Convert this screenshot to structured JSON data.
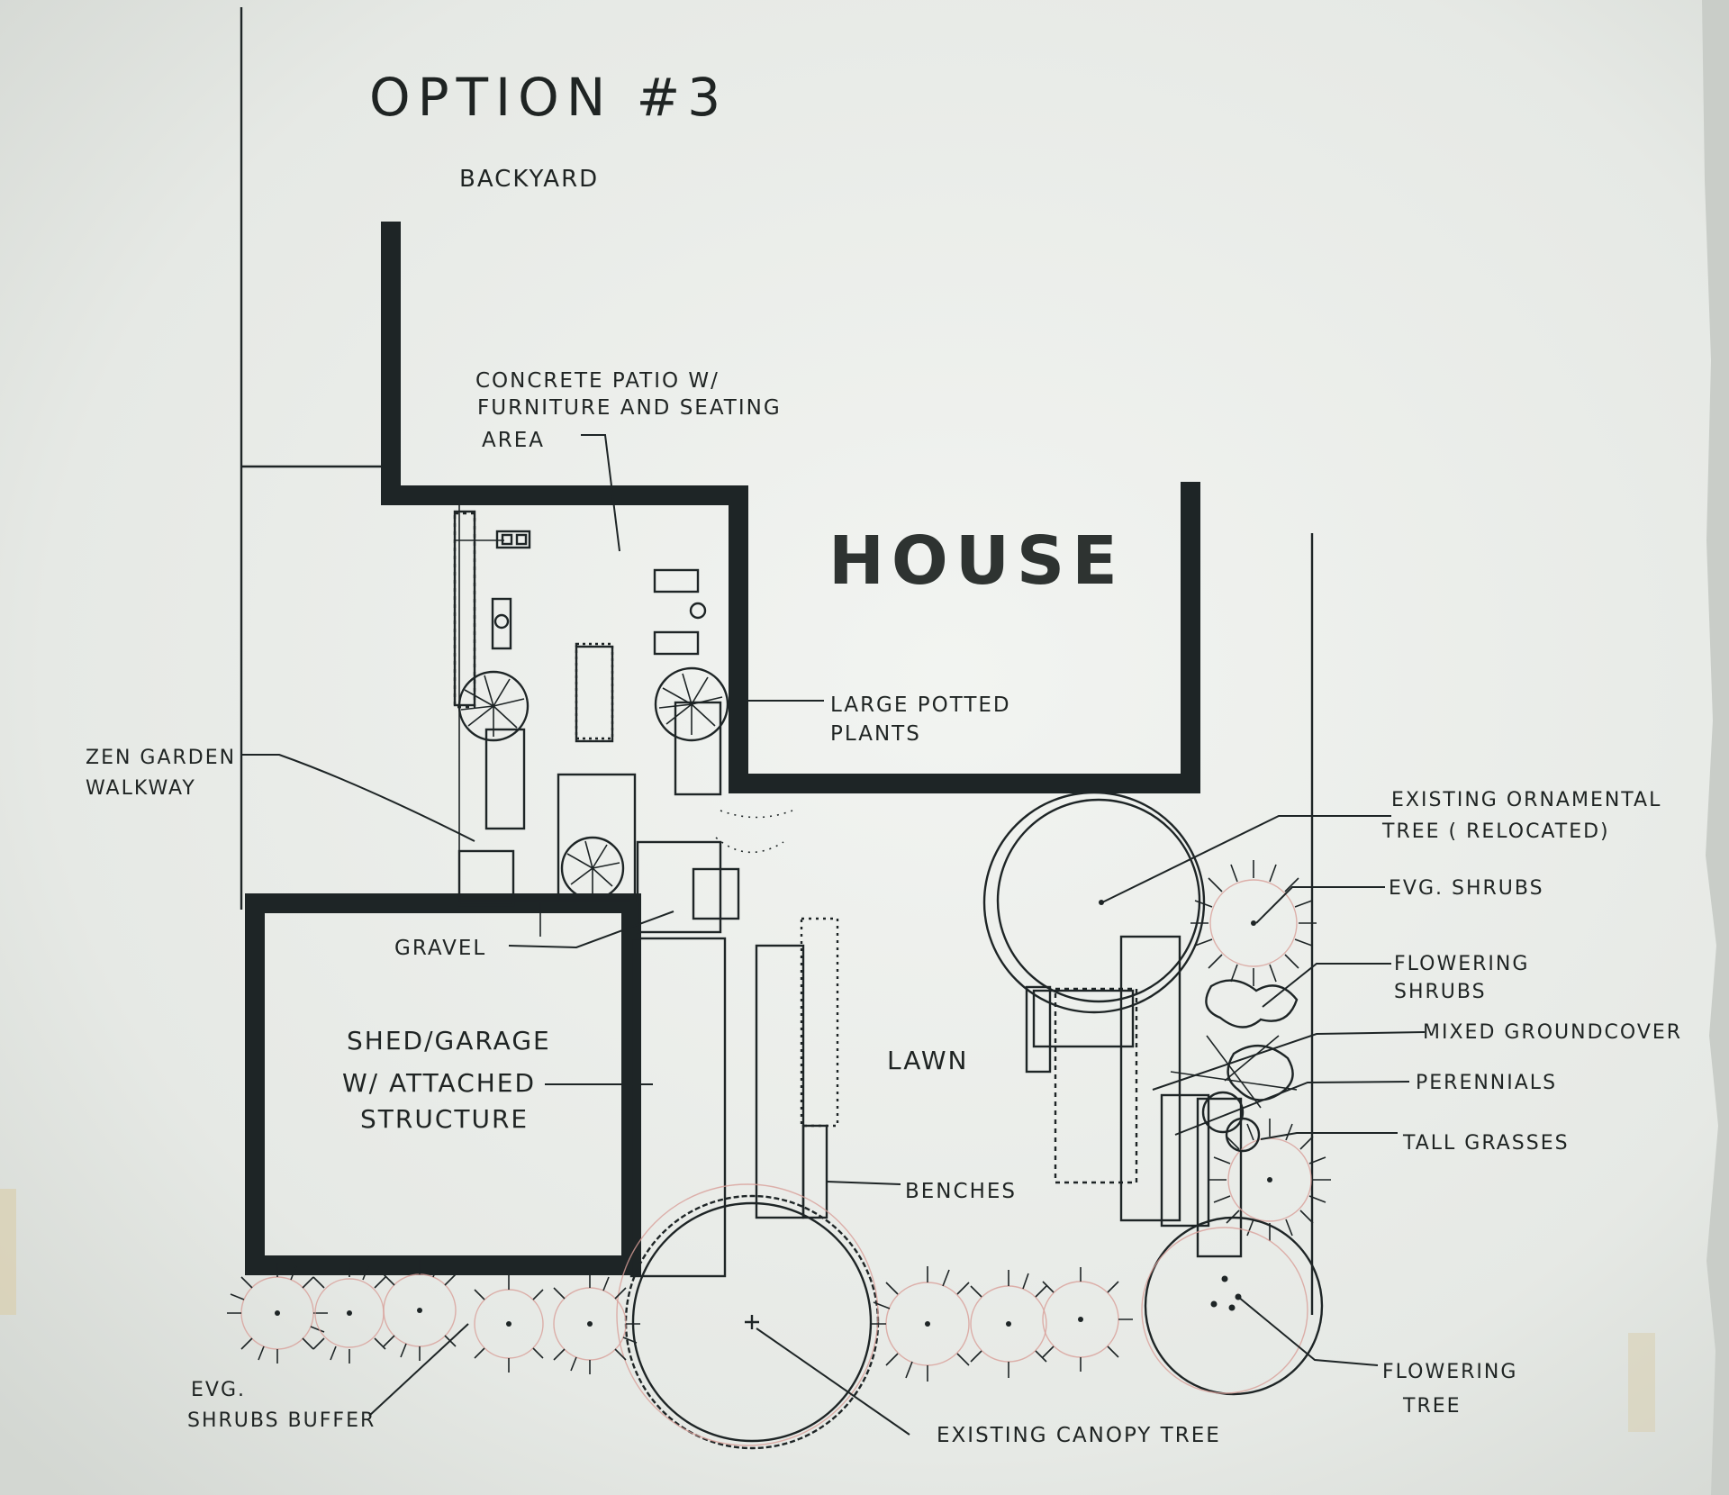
{
  "title": "OPTION #3",
  "subtitle": "BACKYARD",
  "labels": {
    "house": "HOUSE",
    "patio_1": "CONCRETE PATIO W/",
    "patio_2": "FURNITURE AND SEATING",
    "patio_3": "AREA",
    "potted_1": "LARGE POTTED",
    "potted_2": "PLANTS",
    "zen_1": "ZEN GARDEN",
    "zen_2": "WALKWAY",
    "gravel": "GRAVEL",
    "shed_1": "SHED/GARAGE",
    "shed_2": "W/ ATTACHED",
    "shed_3": "STRUCTURE",
    "lawn": "LAWN",
    "benches": "BENCHES",
    "evg_buffer_1": "EVG.",
    "evg_buffer_2": "SHRUBS BUFFER",
    "canopy": "EXISTING CANOPY TREE",
    "ornamental_1": "EXISTING ORNAMENTAL",
    "ornamental_2": "TREE ( RELOCATED)",
    "evg_shrubs": "EVG. SHRUBS",
    "flowering_shrubs_1": "FLOWERING",
    "flowering_shrubs_2": "SHRUBS",
    "groundcover": "MIXED GROUNDCOVER",
    "perennials": "PERENNIALS",
    "tall_grasses": "TALL GRASSES",
    "flowering_tree_1": "FLOWERING",
    "flowering_tree_2": "TREE"
  },
  "colors": {
    "paper": "#e9ece8",
    "ink": "#1e2526",
    "pencil_red": "#d89f98"
  }
}
